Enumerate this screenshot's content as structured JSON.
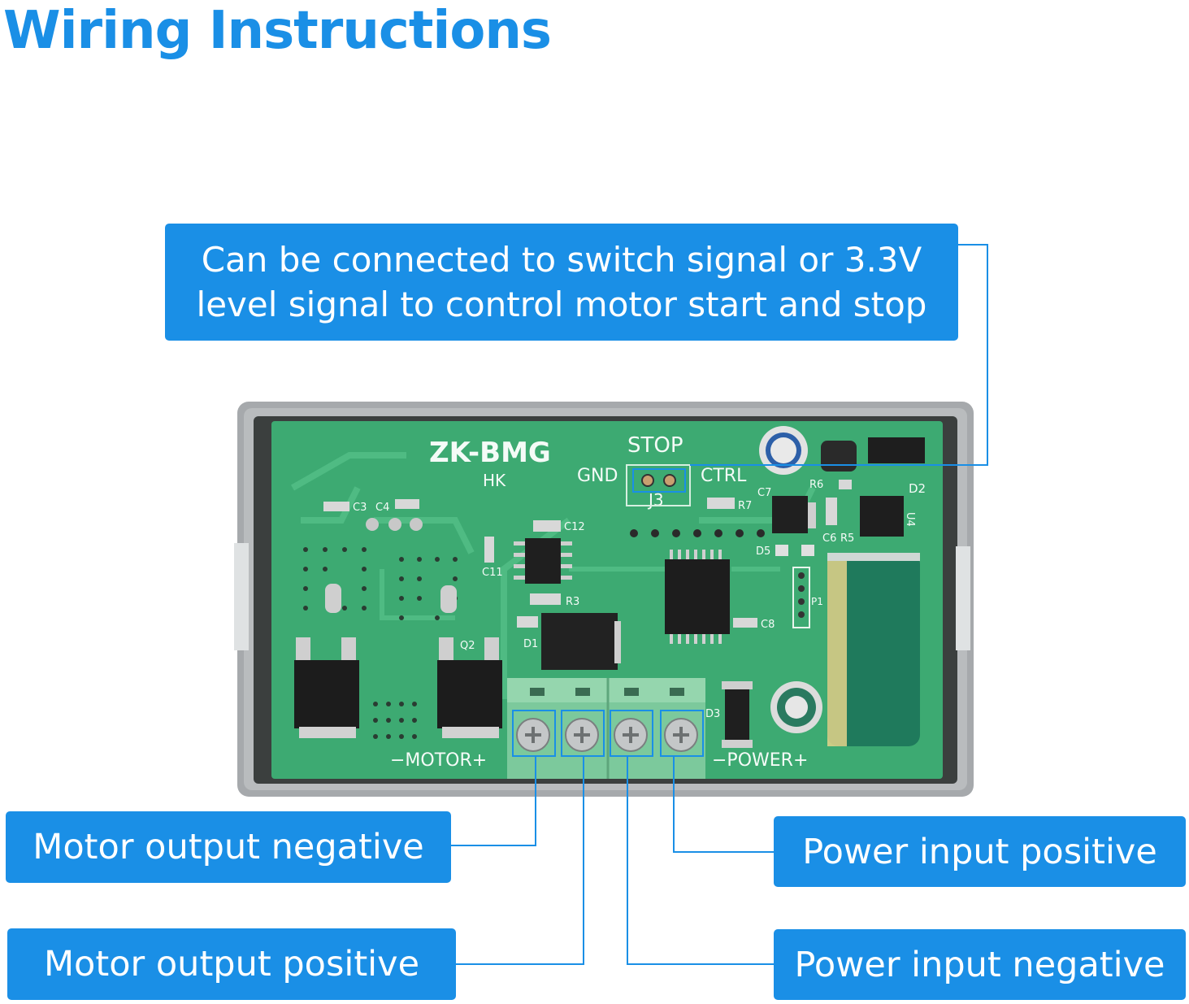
{
  "title": "Wiring Instructions",
  "callouts": {
    "control": {
      "line1": "Can be connected to switch signal or 3.3V",
      "line2": "level signal to control motor start and stop"
    },
    "motor_negative": "Motor output negative",
    "motor_positive": "Motor output positive",
    "power_positive": "Power input positive",
    "power_negative": "Power input negative"
  },
  "board": {
    "model": "ZK-BMG",
    "maker": "HK",
    "header_top": "STOP",
    "header_left": "GND",
    "header_right": "CTRL",
    "header_id": "J3",
    "motor_label": "−MOTOR+",
    "power_label": "−POWER+",
    "refs": [
      "C3",
      "C4",
      "C12",
      "C11",
      "R3",
      "D1",
      "Q2",
      "C8",
      "P1",
      "D5",
      "R7",
      "C7",
      "R6",
      "D2",
      "U4",
      "C6",
      "R5",
      "D3"
    ]
  },
  "colors": {
    "accent": "#1a8fe6",
    "pcb": "#3daa72",
    "case": "#a9acae",
    "terminal": "#7cc99c"
  }
}
